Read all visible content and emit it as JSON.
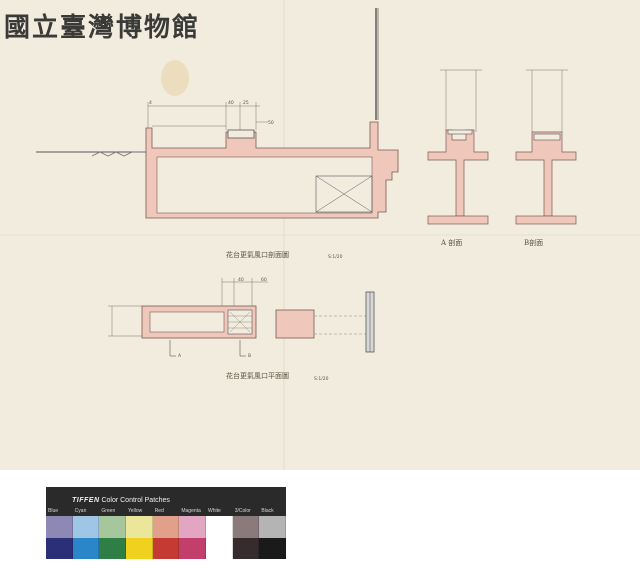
{
  "stamp": {
    "text": "國立臺灣博物館"
  },
  "drawing": {
    "section_caption": "花台更氣風口剖面圖",
    "section_scale": "S:1/20",
    "plan_caption": "花台更氣風口平面圖",
    "plan_scale": "S:1/20",
    "detail_a_label": "A 剖面",
    "detail_b_label": "B剖面",
    "marker_a": "A",
    "marker_b": "B",
    "dim_1": "4",
    "dim_2": "40",
    "dim_3": "25",
    "dim_4": "50",
    "dim_5": "40",
    "dim_6": "60"
  },
  "color_card": {
    "brand": "TIFFEN",
    "title": "Color Control Patches",
    "patch_names": [
      "Blue",
      "Cyan",
      "Green",
      "Yellow",
      "Red",
      "Magenta",
      "White",
      "3/Color",
      "Black"
    ],
    "top_row_colors": [
      "#8e88b4",
      "#9fc6e4",
      "#a6c79c",
      "#ece69a",
      "#e2a08a",
      "#e3a6c2",
      "#ffffff",
      "#8a7a7c",
      "#b4b4b4"
    ],
    "bottom_row_colors": [
      "#2a2f78",
      "#2a86c8",
      "#2f7e45",
      "#f0d21e",
      "#c53a32",
      "#c23f6c",
      "#ffffff",
      "#362c2e",
      "#1a1a1a"
    ]
  }
}
